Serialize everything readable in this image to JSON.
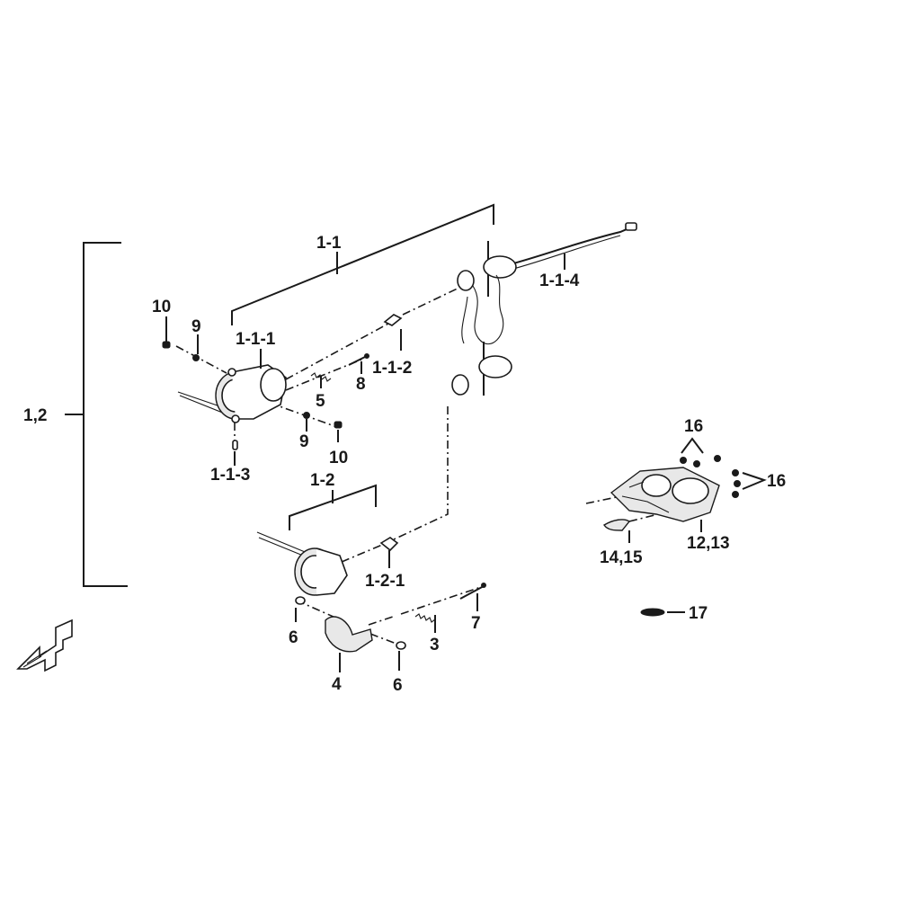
{
  "diagram": {
    "callouts": {
      "c_1_2_group": "1,2",
      "c_1_1": "1-1",
      "c_1_1_1": "1-1-1",
      "c_1_1_2": "1-1-2",
      "c_1_1_3": "1-1-3",
      "c_1_1_4": "1-1-4",
      "c_1_2": "1-2",
      "c_1_2_1": "1-2-1",
      "c_3": "3",
      "c_4": "4",
      "c_5": "5",
      "c_6a": "6",
      "c_6b": "6",
      "c_7": "7",
      "c_8": "8",
      "c_9a": "9",
      "c_9b": "9",
      "c_10a": "10",
      "c_10b": "10",
      "c_12_13": "12,13",
      "c_14_15": "14,15",
      "c_16a": "16",
      "c_16b": "16",
      "c_17": "17"
    },
    "icons": {
      "front_direction": "front-arrow-icon"
    }
  }
}
